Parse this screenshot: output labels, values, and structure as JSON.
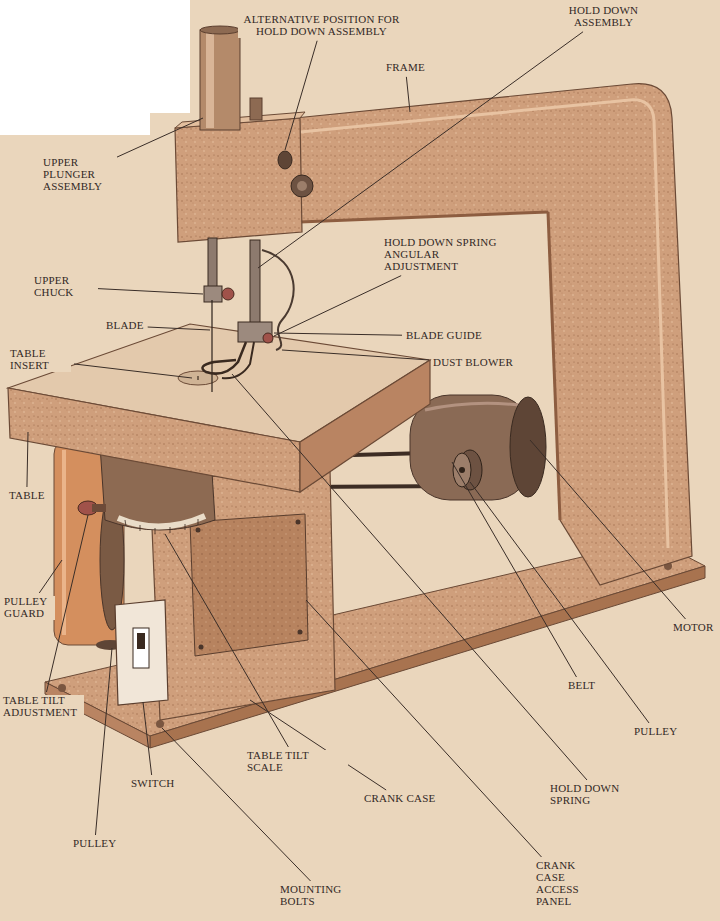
{
  "diagram": {
    "labels": [
      "ALTERNATIVE POSITION FOR HOLD DOWN ASSEMBLY",
      "HOLD DOWN ASSEMBLY",
      "FRAME",
      "UPPER PLUNGER ASSEMBLY",
      "UPPER CHUCK",
      "HOLD DOWN SPRING ANGULAR ADJUSTMENT",
      "BLADE",
      "BLADE GUIDE",
      "TABLE INSERT",
      "DUST BLOWER",
      "TABLE",
      "PULLEY GUARD",
      "MOTOR",
      "TABLE TILT ADJUSTMENT",
      "BELT",
      "PULLEY",
      "TABLE TILT SCALE",
      "SWITCH",
      "CRANK CASE",
      "HOLD DOWN SPRING",
      "PULLEY",
      "MOUNTING BOLTS",
      "CRANK CASE ACCESS PANEL"
    ]
  }
}
